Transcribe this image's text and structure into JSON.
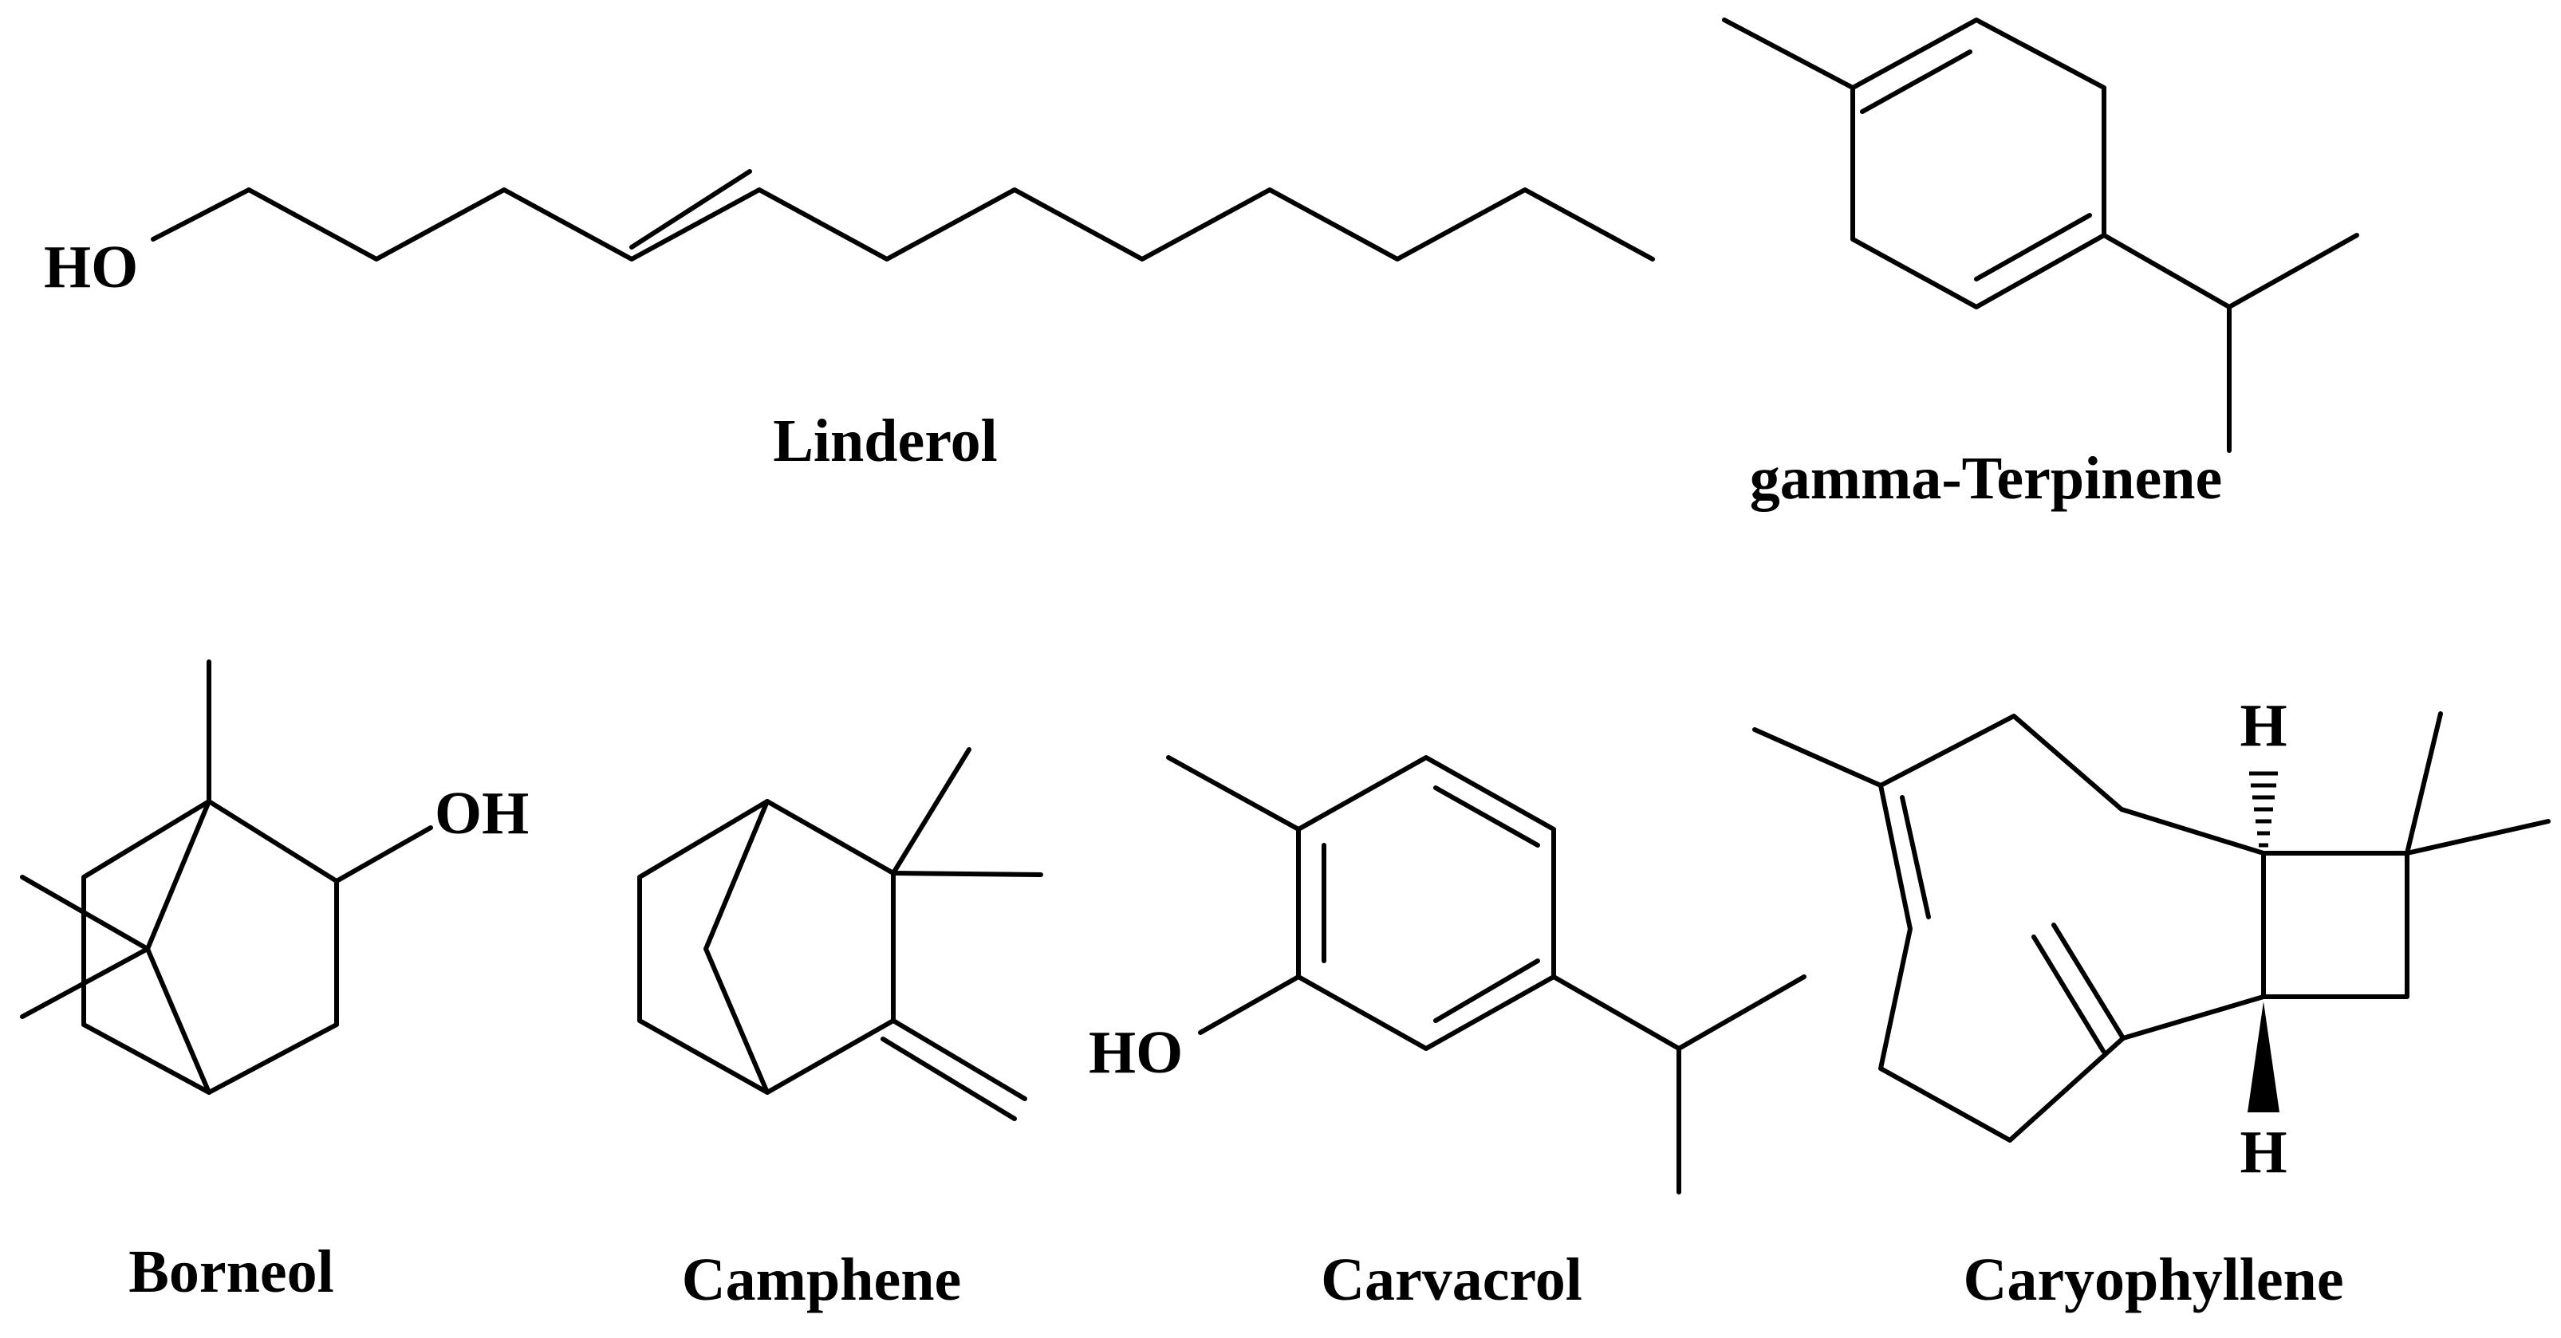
{
  "figure": {
    "background": "#ffffff",
    "ink": "#000000",
    "compounds": [
      {
        "id": "linderol",
        "name": "Linderol",
        "atoms": [
          "HO"
        ]
      },
      {
        "id": "gamma-terpinene",
        "name": "gamma-Terpinene",
        "atoms": []
      },
      {
        "id": "borneol",
        "name": "Borneol",
        "atoms": [
          "OH"
        ]
      },
      {
        "id": "camphene",
        "name": "Camphene",
        "atoms": []
      },
      {
        "id": "carvacrol",
        "name": "Carvacrol",
        "atoms": [
          "HO"
        ]
      },
      {
        "id": "caryophyllene",
        "name": "Caryophyllene",
        "atoms": [
          "H",
          "H"
        ]
      }
    ]
  }
}
